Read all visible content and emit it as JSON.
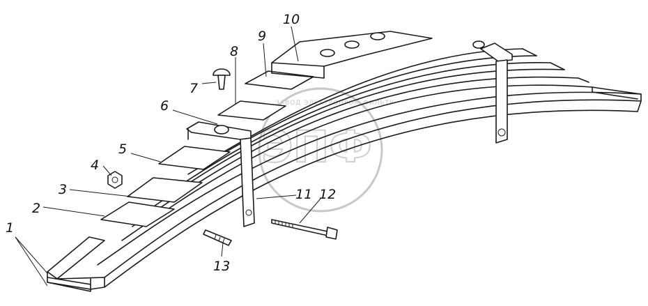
{
  "diagram": {
    "callouts": [
      {
        "id": "c1",
        "text": "1"
      },
      {
        "id": "c2",
        "text": "2"
      },
      {
        "id": "c3",
        "text": "3"
      },
      {
        "id": "c4",
        "text": "4"
      },
      {
        "id": "c5",
        "text": "5"
      },
      {
        "id": "c6",
        "text": "6"
      },
      {
        "id": "c7",
        "text": "7"
      },
      {
        "id": "c8",
        "text": "8"
      },
      {
        "id": "c9",
        "text": "9"
      },
      {
        "id": "c10",
        "text": "10"
      },
      {
        "id": "c11",
        "text": "11"
      },
      {
        "id": "c12",
        "text": "12"
      },
      {
        "id": "c13",
        "text": "13"
      }
    ]
  },
  "watermark": {
    "logo_text": "ЭПФ",
    "ring_text": "ЗАВОД ЭЛЕКТРОПРОМ ФИЛЬТР"
  }
}
